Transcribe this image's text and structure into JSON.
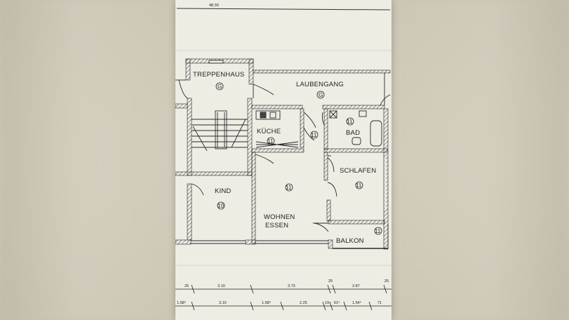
{
  "top_dimension": "48.30",
  "rooms": [
    {
      "name": "TREPPENHAUS",
      "number": "G"
    },
    {
      "name": "LAUBENGANG",
      "number": "G"
    },
    {
      "name": "KÜCHE",
      "number": "11"
    },
    {
      "name": "",
      "number": "11"
    },
    {
      "name": "BAD",
      "number": "11"
    },
    {
      "name": "SCHLAFEN",
      "number": "11"
    },
    {
      "name": "KIND",
      "number": "10"
    },
    {
      "name": "",
      "number": "11"
    },
    {
      "name": "WOHNEN",
      "number": ""
    },
    {
      "name": "ESSEN",
      "number": ""
    },
    {
      "name": "BALKON",
      "number": "11"
    }
  ],
  "dimensions_row1": [
    "25",
    "3.10",
    "3.73",
    "25",
    "2.87",
    "25"
  ],
  "dimensions_row2": [
    "1.58⁵",
    "3.10",
    "1.58⁵",
    "2.25",
    "19",
    "61⁵",
    "1.54⁵",
    "71"
  ],
  "colors": {
    "paper": "#efece4",
    "line": "#2a2a2a",
    "hatch": "#555555",
    "background": "#d8d3c4"
  }
}
